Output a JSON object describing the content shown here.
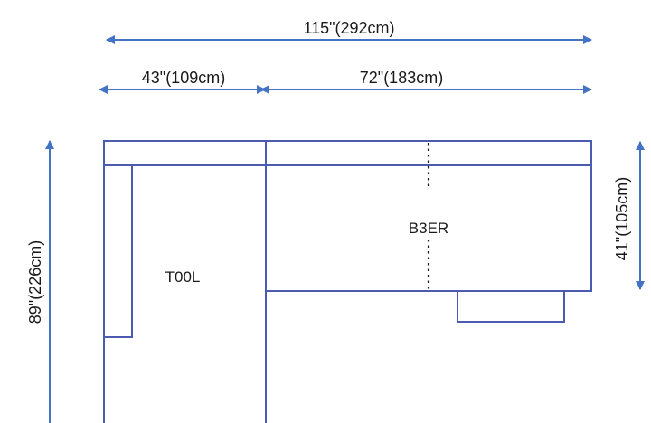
{
  "diagram": {
    "title": "Sectional sofa dimension diagram",
    "colors": {
      "outline": "#4a5bb0",
      "dimension_line": "#4472c4",
      "text": "#1a1a1a",
      "background": "#ffffff"
    },
    "dimensions": {
      "total_width": "115\"(292cm)",
      "left_section_width": "43\"(109cm)",
      "right_section_width": "72\"(183cm)",
      "total_depth": "89\"(226cm)",
      "right_section_depth": "41\"(105cm)"
    },
    "sections": {
      "left_label": "T00L",
      "right_label": "B3ER"
    }
  }
}
